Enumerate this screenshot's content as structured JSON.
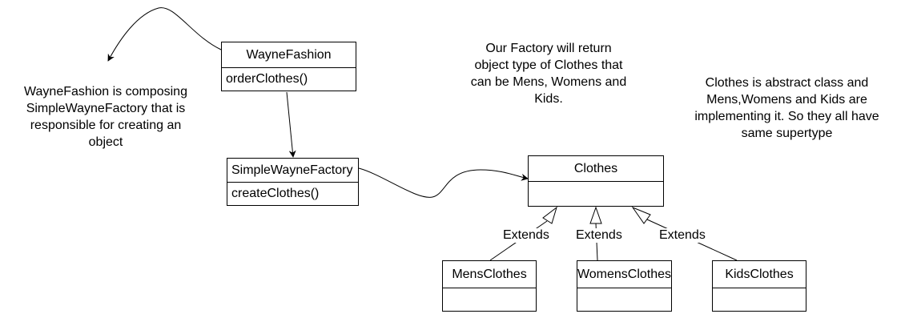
{
  "classes": {
    "wayne_fashion": {
      "name": "WayneFashion",
      "method": "orderClothes()"
    },
    "simple_wayne_factory": {
      "name": "SimpleWayneFactory",
      "method": "createClothes()"
    },
    "clothes": {
      "name": "Clothes"
    },
    "mens_clothes": {
      "name": "MensClothes"
    },
    "womens_clothes": {
      "name": "WomensClothes"
    },
    "kids_clothes": {
      "name": "KidsClothes"
    }
  },
  "notes": {
    "composition": "WayneFashion is composing\nSimpleWayneFactory that is\nresponsible for creating an\nobject",
    "factory_return": "Our Factory will return\nobject type of Clothes that\ncan be Mens, Womens and\nKids.",
    "abstract_class": "Clothes is abstract class and\nMens,Womens and Kids are\nimplementing it. So they all have\nsame supertype"
  },
  "edge_labels": {
    "mens_extends": "Extends",
    "womens_extends": "Extends",
    "kids_extends": "Extends"
  },
  "colors": {
    "stroke": "#000000",
    "fill": "#ffffff"
  }
}
